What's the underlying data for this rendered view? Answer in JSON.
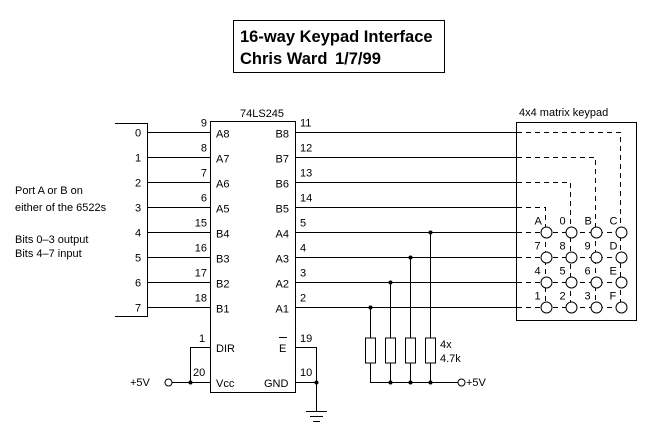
{
  "title": {
    "line1": "16-way Keypad Interface",
    "line2_author": "Chris Ward",
    "line2_date": "1/7/99"
  },
  "port": {
    "description_line1": "Port A or B on",
    "description_line2": "either of the 6522s",
    "bits_line1": "Bits 0–3 output",
    "bits_line2": "Bits 4–7 input",
    "pins": [
      "0",
      "1",
      "2",
      "3",
      "4",
      "5",
      "6",
      "7"
    ]
  },
  "ic": {
    "name": "74LS245",
    "left_pins": [
      {
        "num": "9",
        "label": "A8"
      },
      {
        "num": "8",
        "label": "A7"
      },
      {
        "num": "7",
        "label": "A6"
      },
      {
        "num": "6",
        "label": "A5"
      },
      {
        "num": "15",
        "label": "B4"
      },
      {
        "num": "16",
        "label": "B3"
      },
      {
        "num": "17",
        "label": "B2"
      },
      {
        "num": "18",
        "label": "B1"
      }
    ],
    "right_pins": [
      {
        "num": "11",
        "label": "B8"
      },
      {
        "num": "12",
        "label": "B7"
      },
      {
        "num": "13",
        "label": "B6"
      },
      {
        "num": "14",
        "label": "B5"
      },
      {
        "num": "5",
        "label": "A4"
      },
      {
        "num": "4",
        "label": "A3"
      },
      {
        "num": "3",
        "label": "A2"
      },
      {
        "num": "2",
        "label": "A1"
      }
    ],
    "dir": {
      "num": "1",
      "label": "DIR"
    },
    "vcc": {
      "num": "20",
      "label": "Vcc"
    },
    "enable": {
      "num": "19",
      "label": "E"
    },
    "gnd": {
      "num": "10",
      "label": "GND"
    }
  },
  "power": {
    "vcc_label": "+5V",
    "pullup_label": "+5V"
  },
  "resistors": {
    "count_label": "4x",
    "value_label": "4.7k"
  },
  "keypad": {
    "title": "4x4 matrix keypad",
    "keys": [
      [
        "A",
        "0",
        "B",
        "C"
      ],
      [
        "7",
        "8",
        "9",
        "D"
      ],
      [
        "4",
        "5",
        "6",
        "E"
      ],
      [
        "1",
        "2",
        "3",
        "F"
      ]
    ]
  }
}
